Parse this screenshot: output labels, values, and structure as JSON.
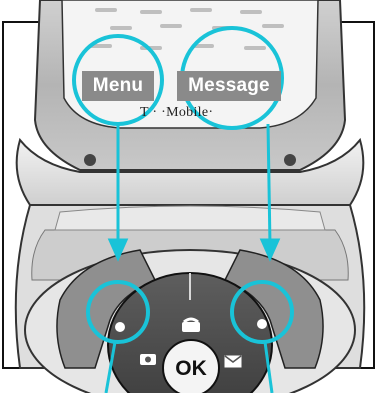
{
  "screen": {
    "left_softkey_label": "Menu",
    "right_softkey_label": "Message",
    "brand": "T · ·Mobile·"
  },
  "keypad": {
    "ok_label": "OK",
    "up_key_icon": "phonebook-icon",
    "left_key_icon": "camera-icon",
    "right_key_icon": "envelope-icon"
  },
  "colors": {
    "callout": "#19c3d8",
    "softkey_bg": "#8a8a8a"
  }
}
